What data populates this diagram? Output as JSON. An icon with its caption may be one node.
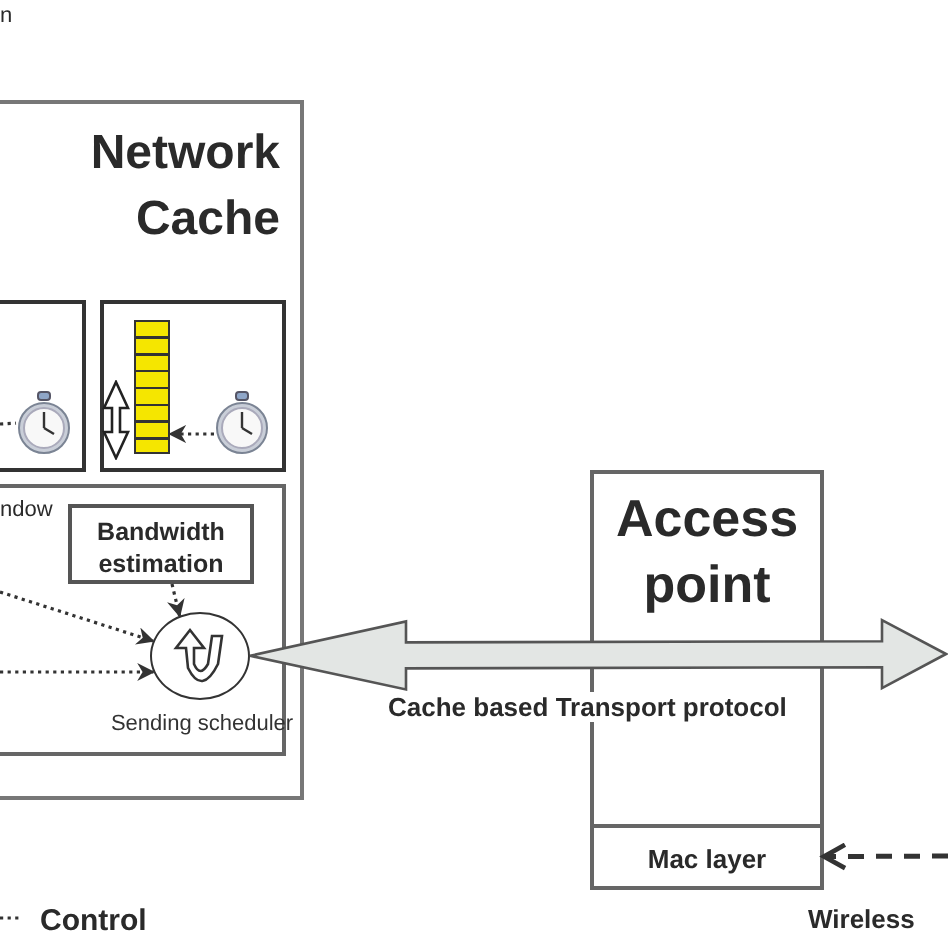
{
  "diagram": {
    "nodes": [
      {
        "text": [
          "Network Cache"
        ]
      },
      {
        "text": [],
        "shape": "box",
        "in": 0
      },
      {
        "text": [],
        "shape": "clock",
        "in": 1
      },
      {
        "text": [],
        "shape": "box",
        "in": 0
      },
      {
        "text": [],
        "shape": "bar",
        "in": 3
      },
      {
        "text": [],
        "shape": "clock",
        "in": 3
      },
      {
        "text": [
          "ndow"
        ],
        "in": 0
      },
      {
        "text": [
          "Bandwidth estimation"
        ],
        "in": 6
      },
      {
        "text": [],
        "shape": "circle",
        "in": 6,
        "beside": [
          "Sending scheduler"
        ]
      },
      {
        "text": [
          "Access point"
        ]
      },
      {
        "text": [
          "Mac layer"
        ],
        "in": 9
      }
    ],
    "edges": [
      {
        "from": null,
        "to": 2,
        "arrow": "none"
      },
      {
        "from": 5,
        "to": 4,
        "arrow": "to"
      },
      {
        "from": 7,
        "to": 8,
        "arrow": "to"
      },
      {
        "from": null,
        "to": 8,
        "arrow": "to"
      },
      {
        "from": null,
        "to": 8,
        "arrow": "to"
      },
      {
        "from": 8,
        "to": null,
        "arrow": "both",
        "style": "thick",
        "label": "Cache based Transport protocol"
      },
      {
        "from": null,
        "to": 10,
        "arrow": "to",
        "style": "dashed"
      }
    ],
    "labels": [
      "n",
      "Wireless"
    ],
    "legend": [
      {
        "text": "Control"
      }
    ]
  }
}
